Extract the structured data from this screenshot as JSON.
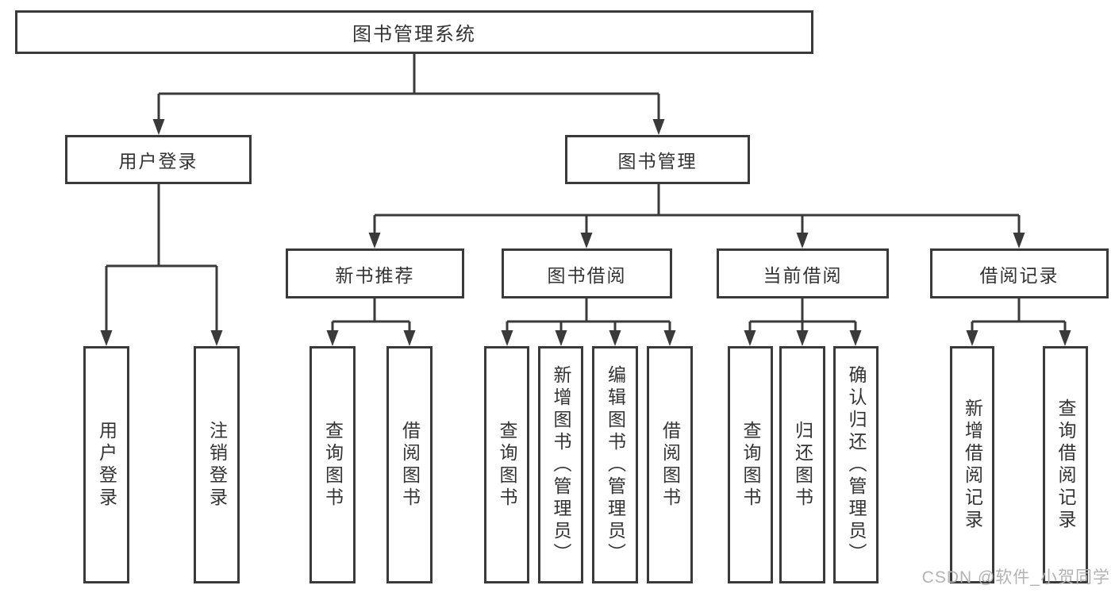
{
  "nodes": {
    "root": "图书管理系统",
    "user_login": "用户登录",
    "book_mgmt": "图书管理",
    "new_book_rec": "新书推荐",
    "book_borrow": "图书借阅",
    "current_borrow": "当前借阅",
    "borrow_records": "借阅记录",
    "leaf_user_login": "用户登录",
    "leaf_logout": "注销登录",
    "leaf_query_book_a": "查询图书",
    "leaf_borrow_book_a": "借阅图书",
    "leaf_query_book_b": "查询图书",
    "leaf_add_book_admin": "新增图书（管理员）",
    "leaf_edit_book_admin": "编辑图书（管理员）",
    "leaf_borrow_book_b": "借阅图书",
    "leaf_query_book_c": "查询图书",
    "leaf_return_book": "归还图书",
    "leaf_confirm_return_admin": "确认归还（管理员）",
    "leaf_add_borrow_record": "新增借阅记录",
    "leaf_query_borrow_record": "查询借阅记录"
  },
  "watermark": "CSDN @软件_小贺同学",
  "colors": {
    "line": "#3a3a3a",
    "text": "#333333",
    "watermark": "#b3b3b3",
    "background": "#ffffff"
  }
}
